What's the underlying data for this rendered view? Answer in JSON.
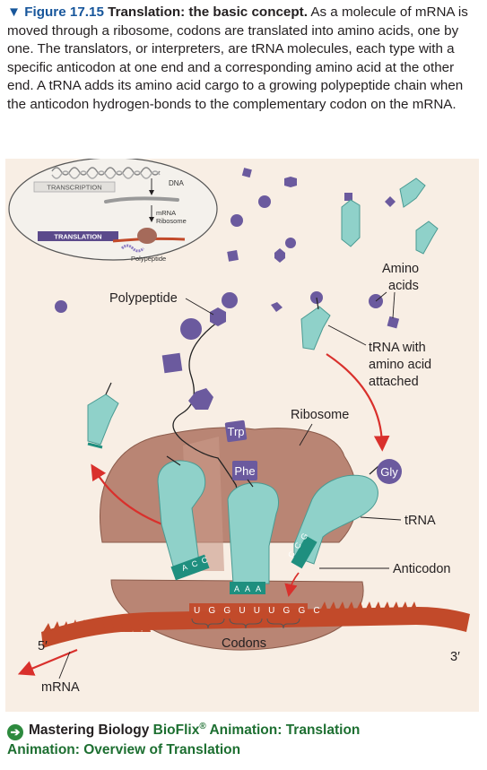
{
  "caption": {
    "figure_label": "▼ Figure 17.15",
    "title": "Translation: the basic concept.",
    "text": "As a molecule of mRNA is moved through a ribosome, codons are translated into amino acids, one by one. The translators, or interpreters, are tRNA molecules, each type with a specific anticodon at one end and a corresponding amino acid at the other end. A tRNA adds its amino acid cargo to a growing polypeptide chain when the anticodon hydrogen-bonds to the complementary codon on the mRNA."
  },
  "inset": {
    "transcription": "TRANSCRIPTION",
    "translation": "TRANSLATION",
    "dna": "DNA",
    "mrna": "mRNA",
    "ribosome": "Ribosome",
    "polypeptide": "Polypeptide"
  },
  "labels": {
    "amino": "Amino",
    "acids": "acids",
    "polypeptide": "Polypeptide",
    "trna_with_1": "tRNA with",
    "trna_with_2": "amino acid",
    "trna_with_3": "attached",
    "ribosome": "Ribosome",
    "trna": "tRNA",
    "anticodon": "Anticodon",
    "codons": "Codons",
    "five_prime": "5′",
    "three_prime": "3′",
    "mrna": "mRNA"
  },
  "amino_acid_tags": {
    "trp": "Trp",
    "phe": "Phe",
    "gly": "Gly"
  },
  "anticodons": {
    "left": [
      "A",
      "C",
      "C"
    ],
    "middle": [
      "A",
      "A",
      "A"
    ],
    "right": [
      "C",
      "C",
      "G"
    ]
  },
  "mrna_bases": "U G G U U U G G C",
  "footer": {
    "brand": "Mastering Biology",
    "line1_rest": "BioFlix",
    "reg": "®",
    "line1_tail": " Animation: Translation",
    "line2": "Animation: Overview of Translation"
  },
  "colors": {
    "caption_blue": "#17569b",
    "footer_green": "#1d6f31",
    "trna": "#8fd1c9",
    "ribosome": "#b98574",
    "amino_acid": "#6b5a9e",
    "mrna": "#c24a2a",
    "arrow": "#d9302c",
    "panel": "#f8eee4"
  },
  "icons": [
    "arrow-right-circle-icon"
  ]
}
